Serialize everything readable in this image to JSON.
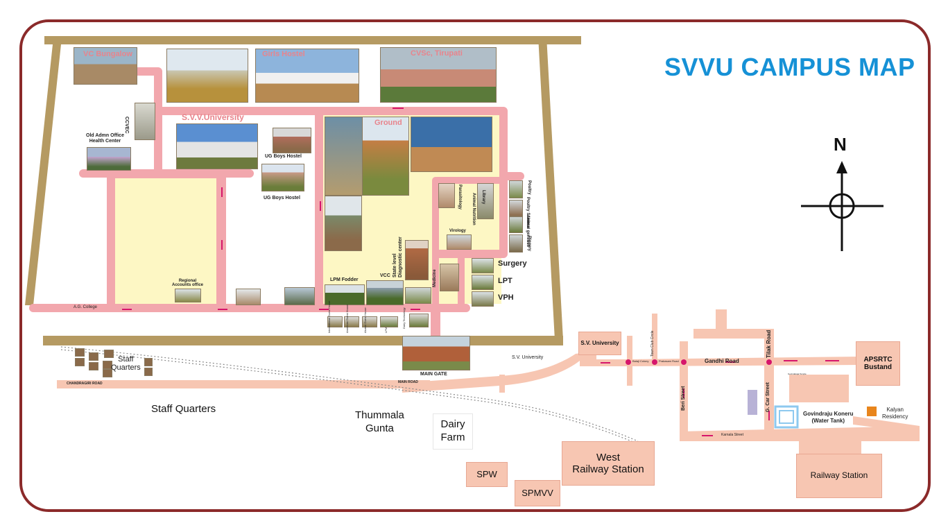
{
  "title": "SVVU CAMPUS MAP",
  "compass": {
    "north_label": "N",
    "icon": "compass-rose-icon"
  },
  "colors": {
    "border": "#8b2a2a",
    "road": "#f2a7ad",
    "road_outer": "#f7c6b2",
    "wall": "#b59a62",
    "campus_field": "#fdf7c4",
    "title": "#1691d6",
    "city_block": "#f7c6b2",
    "marker": "#d6166b",
    "hotel_marker": "#e8851c",
    "water_tank": "#8ec9ef"
  },
  "campus": {
    "top_buildings": [
      {
        "name": "VC Bungalow"
      },
      {
        "name": "Girls Hostel"
      },
      {
        "name": "CVSc, Tirupati"
      }
    ],
    "buildings": {
      "ccvec": "CCVEC",
      "old_admn": "Old Admn Office\nHealth Center",
      "university": "S.V.V.University",
      "ug_boys_1": "UG Boys Hostel",
      "ug_boys_2": "UG Boys Hostel",
      "ground": "Ground",
      "regional_accounts": "Regional\nAccounts office",
      "lpm_fodder": "LPM Fodder",
      "vcc": "VCC",
      "diagnostic": "State level\nDiagnostic center",
      "parasitology": "Parasitology",
      "animal_nutrition": "Animal Nutrition",
      "library": "Library",
      "virology": "Virology",
      "medicine": "Medicine",
      "poultry": "Poultry",
      "poultry_science": "Poultry Science",
      "animal_genetics": "Animal genetics",
      "piggery": "Piggery",
      "surgery": "Surgery",
      "lpt": "LPT",
      "vph": "VPH",
      "ag_college": "A.G. College",
      "international_guest_house": "International Guest House",
      "american_guest_house": "American Guest House",
      "alumni_guest_house": "Alumni Guest House",
      "lpm": "LPM",
      "dairy_technology": "Dairy Technology"
    },
    "main_gate": "MAIN GATE"
  },
  "roads": {
    "chandragiri": "CHANDRAGIRI ROAD",
    "main_road": "MAIN ROAD",
    "sv_university_road": "S.V. University",
    "balaji_colony": "Balaji Colony",
    "town_club_circle": "Town Club Circle",
    "prakasam_road": "Prakasam Road",
    "gandhi_road": "Gandhi Road",
    "tilak_road": "Tilak Road",
    "beri_street": "Beri Street",
    "g_car_street": "G. Car Street",
    "karnala_street": "Karnala Street",
    "govindaraja_temple": "Govindaraja Temple"
  },
  "places": {
    "staff_quarters_small": "Staff\nQuarters",
    "staff_quarters": "Staff Quarters",
    "thummala_gunta": "Thummala\nGunta",
    "dairy_farm": "Dairy\nFarm",
    "spw": "SPW",
    "spmvv": "SPMVV",
    "west_railway": "West\nRailway Station",
    "sv_university_box": "S.V. University",
    "apsrtc": "APSRTC\nBustand",
    "govindraju_koneru": "Govindraju Koneru\n(Water Tank)",
    "kalyan_residency": "Kalyan\nResidency",
    "railway_station": "Railway Station"
  }
}
